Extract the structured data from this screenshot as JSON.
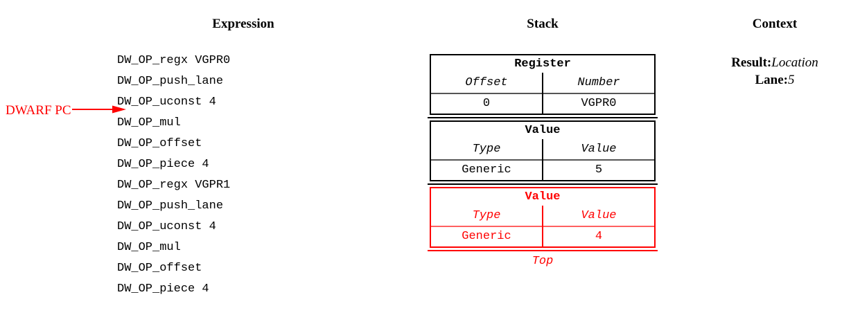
{
  "columns": {
    "expression_title": "Expression",
    "stack_title": "Stack",
    "context_title": "Context"
  },
  "expression": {
    "lines": [
      "DW_OP_regx VGPR0",
      "DW_OP_push_lane",
      "DW_OP_uconst 4",
      "DW_OP_mul",
      "DW_OP_offset",
      "DW_OP_piece 4",
      "DW_OP_regx VGPR1",
      "DW_OP_push_lane",
      "DW_OP_uconst 4",
      "DW_OP_mul",
      "DW_OP_offset",
      "DW_OP_piece 4"
    ]
  },
  "pointer": {
    "label": "DWARF PC",
    "points_to_line_index": 3,
    "color": "#ff0000"
  },
  "stack": {
    "top_label": "Top",
    "entries": [
      {
        "title": "Register",
        "headers": [
          "Offset",
          "Number"
        ],
        "cells": [
          "0",
          "VGPR0"
        ],
        "color": "#000000",
        "highlighted": false
      },
      {
        "title": "Value",
        "headers": [
          "Type",
          "Value"
        ],
        "cells": [
          "Generic",
          "5"
        ],
        "color": "#000000",
        "highlighted": false
      },
      {
        "title": "Value",
        "headers": [
          "Type",
          "Value"
        ],
        "cells": [
          "Generic",
          "4"
        ],
        "color": "#ff0000",
        "highlighted": true
      }
    ]
  },
  "context": {
    "rows": [
      {
        "key": "Result:",
        "value": "Location"
      },
      {
        "key": "Lane:",
        "value": "5"
      }
    ]
  }
}
